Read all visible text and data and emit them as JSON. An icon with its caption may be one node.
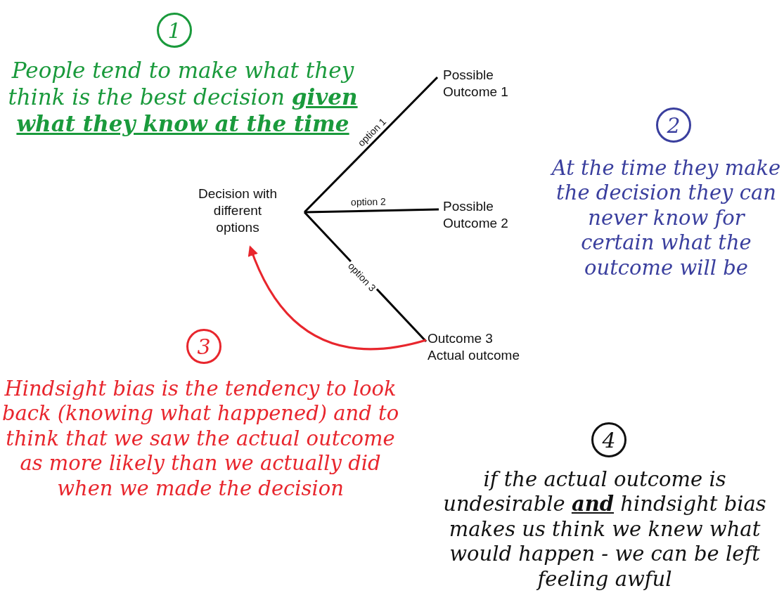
{
  "diagram": {
    "nodes": [
      {
        "text": [
          "1"
        ],
        "beside": [
          "People tend to make what they think is the best decision **given what they know at the time**"
        ]
      },
      {
        "text": [
          "Decision with different options"
        ]
      },
      {
        "text": [
          "Possible Outcome 1"
        ]
      },
      {
        "text": [
          "2"
        ],
        "beside": [
          "At the time they make the decision they can never know for certain what the outcome will be"
        ]
      },
      {
        "text": [
          "Possible Outcome 2"
        ]
      },
      {
        "text": [
          "Outcome 3",
          "Actual outcome"
        ]
      },
      {
        "text": [
          "3"
        ],
        "beside": [
          "Hindsight bias is the tendency to look back (knowing what happened) and to think that we saw the actual outcome as more likely than we actually did when we made the decision"
        ]
      },
      {
        "text": [
          "4"
        ],
        "beside": [
          "if the actual outcome is undesirable **and** hindsight bias makes us think we knew what would happen - we can be left feeling awful"
        ]
      }
    ],
    "edges": [
      {
        "from": 1,
        "to": 2,
        "arrow": "none",
        "label": "option 1"
      },
      {
        "from": 1,
        "to": 4,
        "arrow": "none",
        "label": "option 2"
      },
      {
        "from": 1,
        "to": 5,
        "arrow": "none",
        "label": "option 3"
      },
      {
        "from": 5,
        "to": 1,
        "arrow": "to",
        "color": "#e8262d"
      }
    ]
  }
}
